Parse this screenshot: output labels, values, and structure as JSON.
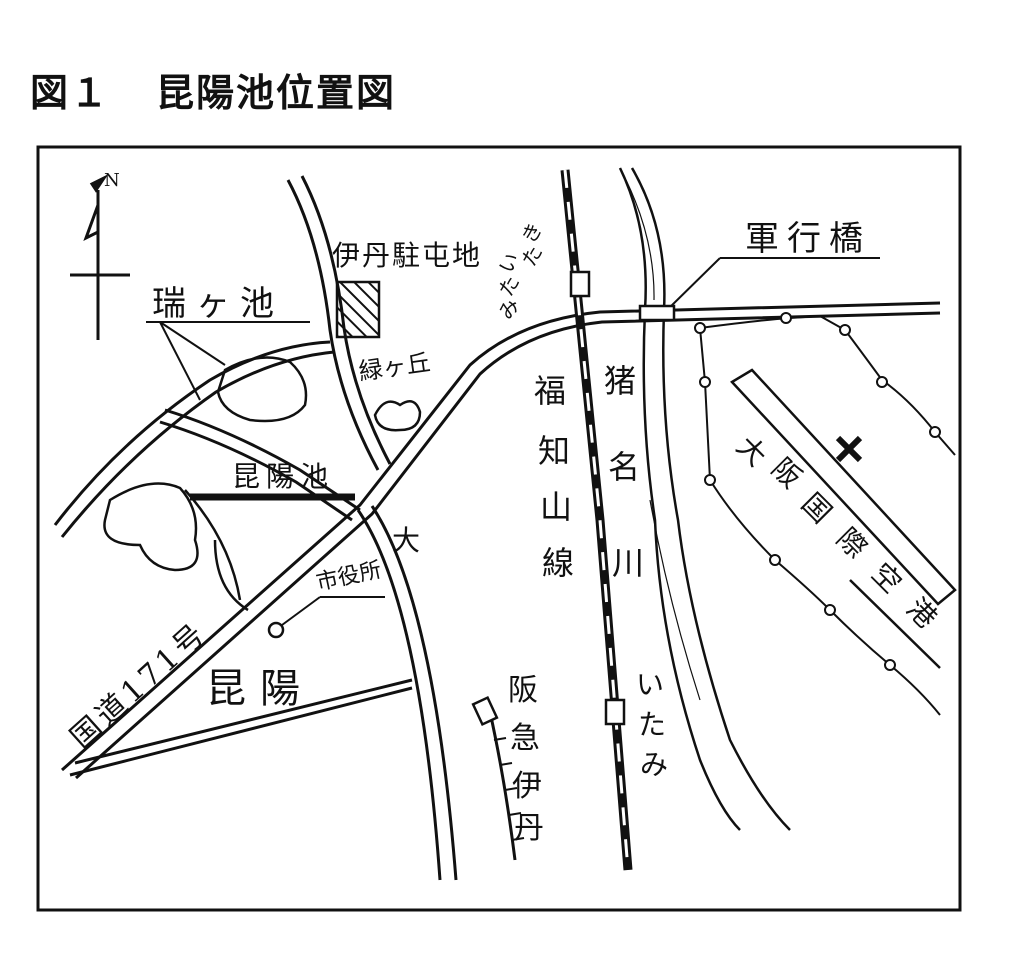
{
  "figure": {
    "number": "図１",
    "title": "昆陽池位置図"
  },
  "labels": {
    "zuigaike": "瑞ヶ池",
    "koyaike": "昆陽池",
    "itami_base": "伊丹駐屯地",
    "midorigaoka": "緑ヶ丘",
    "gunkobashi": "軍行橋",
    "kita_itami": [
      "き",
      "た",
      "い",
      "た",
      "み"
    ],
    "fukuchiyama_line": [
      "福",
      "知",
      "山",
      "線"
    ],
    "inagawa": [
      "猪",
      "名",
      "川"
    ],
    "itami_station": [
      "い",
      "た",
      "み"
    ],
    "hankyu_itami": [
      "阪",
      "急",
      "伊",
      "丹"
    ],
    "shiyakusho": "市役所",
    "koya": "昆陽",
    "route171": "国道171号",
    "dai": "大",
    "airport": [
      "大",
      "阪",
      "国",
      "際",
      "空",
      "港"
    ],
    "north_mark": "N"
  },
  "colors": {
    "ink": "#111111",
    "background": "#ffffff"
  },
  "icons": {
    "north_arrow": "north-arrow-icon",
    "airport_mark": "airplane-x-icon",
    "hatch_area": "hatched-area-icon"
  }
}
